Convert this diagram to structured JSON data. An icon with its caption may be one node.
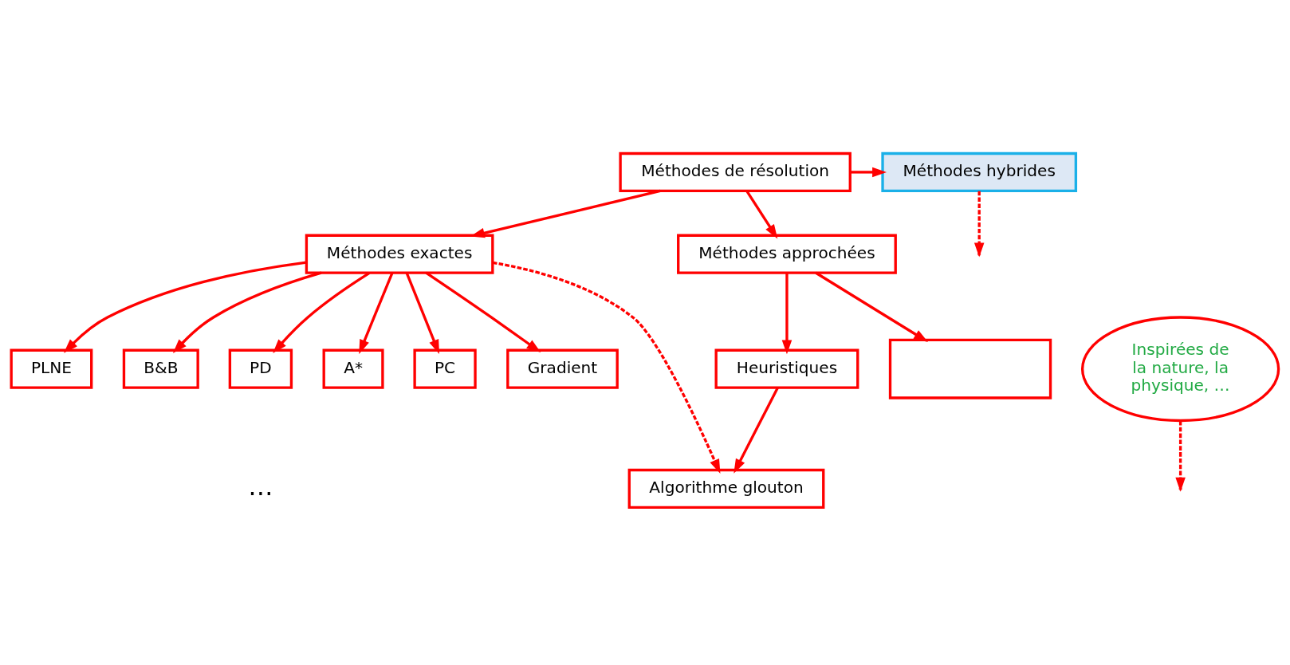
{
  "diagram": {
    "nodes": [
      {
        "text": [
          "Méthodes de résolution"
        ]
      },
      {
        "text": [
          "Méthodes hybrides"
        ]
      },
      {
        "text": [
          "Méthodes exactes"
        ]
      },
      {
        "text": [
          "Méthodes approchées"
        ]
      },
      {
        "text": [
          "PLNE"
        ]
      },
      {
        "text": [
          "B&B"
        ]
      },
      {
        "text": [
          "PD"
        ]
      },
      {
        "text": [
          "A*"
        ]
      },
      {
        "text": [
          "PC"
        ]
      },
      {
        "text": [
          "Gradient"
        ]
      },
      {
        "text": [
          "Heuristiques"
        ]
      },
      {
        "text": [
          "Algorithme glouton"
        ]
      },
      {
        "text": [],
        "shape": "box"
      },
      {
        "text": [
          "Inspirées de la nature, la physique, …"
        ]
      }
    ],
    "edges": [
      {
        "from": 0,
        "to": 1,
        "arrow": "to"
      },
      {
        "from": 0,
        "to": 2,
        "arrow": "to"
      },
      {
        "from": 0,
        "to": 3,
        "arrow": "to"
      },
      {
        "from": 2,
        "to": 4,
        "arrow": "to"
      },
      {
        "from": 2,
        "to": 7,
        "arrow": "to"
      },
      {
        "from": 2,
        "to": 5,
        "arrow": "to"
      },
      {
        "from": 2,
        "to": 8,
        "arrow": "to"
      },
      {
        "from": 2,
        "to": 6,
        "arrow": "to"
      },
      {
        "from": 2,
        "to": 9,
        "arrow": "to"
      },
      {
        "from": 2,
        "to": 11,
        "arrow": "to",
        "style": "dashed"
      },
      {
        "from": 3,
        "to": 10,
        "arrow": "to"
      },
      {
        "from": 10,
        "to": 11,
        "arrow": "to"
      },
      {
        "from": 3,
        "to": 12,
        "arrow": "to"
      },
      {
        "from": 13,
        "to": null,
        "arrow": "to",
        "style": "dashed"
      },
      {
        "from": 1,
        "to": null,
        "arrow": "to",
        "style": "dashed"
      }
    ],
    "labels": [
      "…"
    ]
  }
}
